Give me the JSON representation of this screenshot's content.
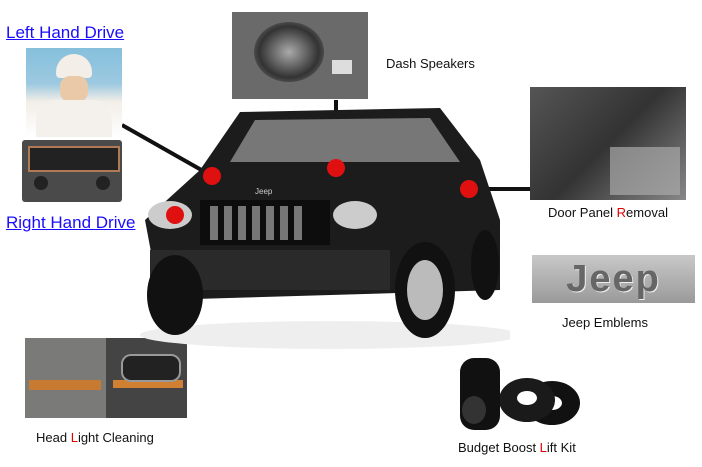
{
  "links": {
    "left_hand_drive": "Left Hand Drive",
    "right_hand_drive": "Right Hand Drive"
  },
  "captions": {
    "dash_speakers": [
      "Dash Speakers"
    ],
    "door_panel": [
      "Door Panel ",
      "R",
      "emoval"
    ],
    "jeep_emblems": [
      "Jeep Emblems"
    ],
    "head_light": [
      "Head ",
      "L",
      "ight Cleaning"
    ],
    "lift_kit": [
      "Budget Boost ",
      "L",
      "ift Kit"
    ]
  },
  "emblem_text": "Jeep",
  "grille_badge": "Jeep",
  "colors": {
    "link": "#1a0dff",
    "hotspot": "#e01010",
    "accent_letter": "#e00000"
  }
}
